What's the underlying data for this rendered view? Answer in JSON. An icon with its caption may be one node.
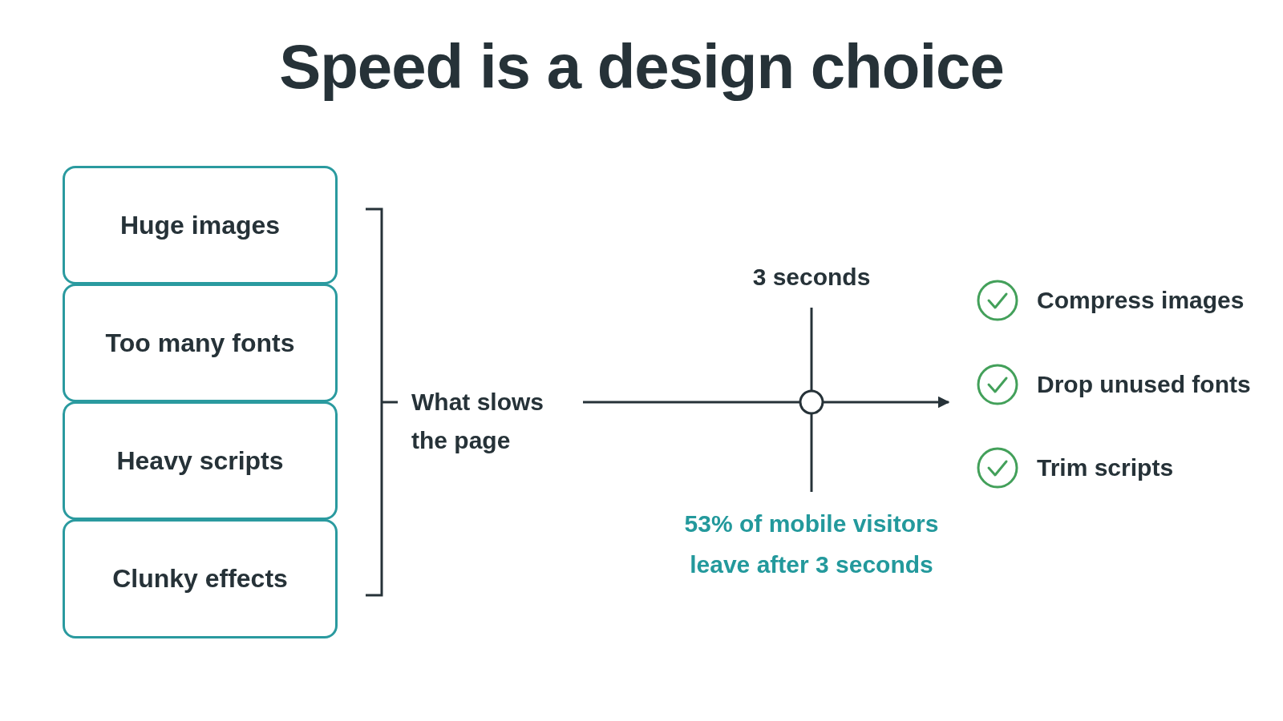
{
  "diagram": {
    "title": "Speed is a design choice",
    "nodes": [
      {
        "text": [
          "Huge images"
        ]
      },
      {
        "text": [
          "Too many fonts"
        ]
      },
      {
        "text": [
          "Heavy scripts"
        ]
      },
      {
        "text": [
          "Clunky effects"
        ]
      }
    ],
    "labels": [
      "What slows the page",
      "3 seconds",
      "53% of mobile visitors leave after 3 seconds",
      "Compress images",
      "Drop unused fonts",
      "Trim scripts"
    ]
  }
}
